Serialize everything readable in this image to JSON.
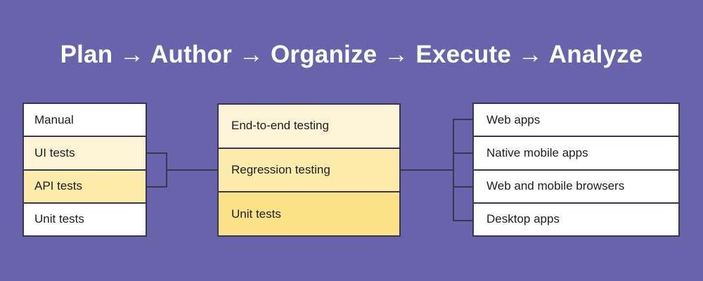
{
  "title": "Plan → Author → Organize → Execute → Analyze",
  "colors": {
    "background": "#6863aa",
    "border": "#3a3552",
    "title_text": "#ffffff",
    "cell_text": "#1d1d1f",
    "white": "#ffffff",
    "yellow_lightest": "#fdf4d8",
    "yellow_light": "#fceeb8",
    "yellow_mid": "#fcebab",
    "yellow_dark": "#fce286"
  },
  "columns": {
    "left": {
      "name": "test-types",
      "cells": [
        {
          "label": "Manual",
          "fill": "#ffffff"
        },
        {
          "label": "UI tests",
          "fill": "#fdf4d8"
        },
        {
          "label": "API tests",
          "fill": "#fcebab"
        },
        {
          "label": "Unit tests",
          "fill": "#ffffff"
        }
      ]
    },
    "middle": {
      "name": "test-levels",
      "cells": [
        {
          "label": "End-to-end testing",
          "fill": "#fdf4d8"
        },
        {
          "label": "Regression testing",
          "fill": "#fcebab"
        },
        {
          "label": "Unit tests",
          "fill": "#fce286"
        }
      ]
    },
    "right": {
      "name": "target-platforms",
      "cells": [
        {
          "label": "Web apps",
          "fill": "#ffffff"
        },
        {
          "label": "Native mobile apps",
          "fill": "#ffffff"
        },
        {
          "label": "Web and mobile browsers",
          "fill": "#ffffff"
        },
        {
          "label": "Desktop apps",
          "fill": "#ffffff"
        }
      ]
    }
  },
  "connectors": {
    "left_bracket": "joins UI tests and API tests to Regression testing",
    "right_bracket": "joins Regression testing to the four platform rows"
  }
}
